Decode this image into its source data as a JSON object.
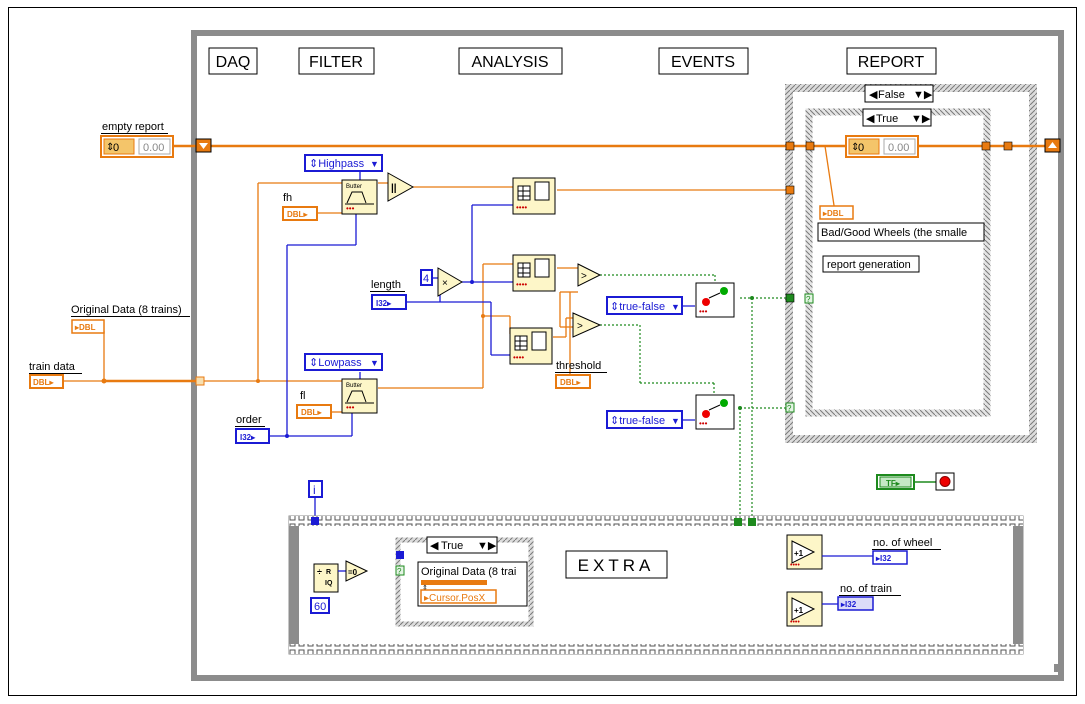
{
  "frame_headers": [
    "DAQ",
    "FILTER",
    "ANALYSIS",
    "EVENTS",
    "REPORT"
  ],
  "labels": {
    "empty_report": "empty report",
    "original_data": "Original Data (8 trains)",
    "train_data": "train data",
    "order": "order",
    "fh": "fh",
    "fl": "fl",
    "length": "length",
    "threshold": "threshold",
    "bad_good": "Bad/Good Wheels (the smalle",
    "report_generation": "report generation",
    "no_of_wheel": "no. of wheel",
    "no_of_train": "no. of train",
    "extra": "EXTRA",
    "original_data_trunc": "Original Data (8 trai",
    "cursor_posx": "Cursor.PosX"
  },
  "constants": {
    "zero": "0",
    "zero_float": "0.00",
    "four": "4",
    "sixty": "60",
    "iter": "i",
    "eq0": "=0",
    "inc": "+1"
  },
  "type_tags": {
    "dbl": "DBL",
    "i32": "I32",
    "tf": "TF"
  },
  "rings": {
    "highpass": "Highpass",
    "lowpass": "Lowpass",
    "true_false_1": "true-false",
    "true_false_2": "true-false"
  },
  "case_selectors": {
    "outer": "False",
    "inner": "True",
    "extra": "True"
  },
  "filter_vi_label": "Butter",
  "colors": {
    "orange_wire": "#e87a10",
    "blue_wire": "#1b1bd4",
    "green_wire": "#1e8a1e",
    "frame_gray": "#8c8c8c",
    "vi_fill": "#fdf6c8"
  }
}
